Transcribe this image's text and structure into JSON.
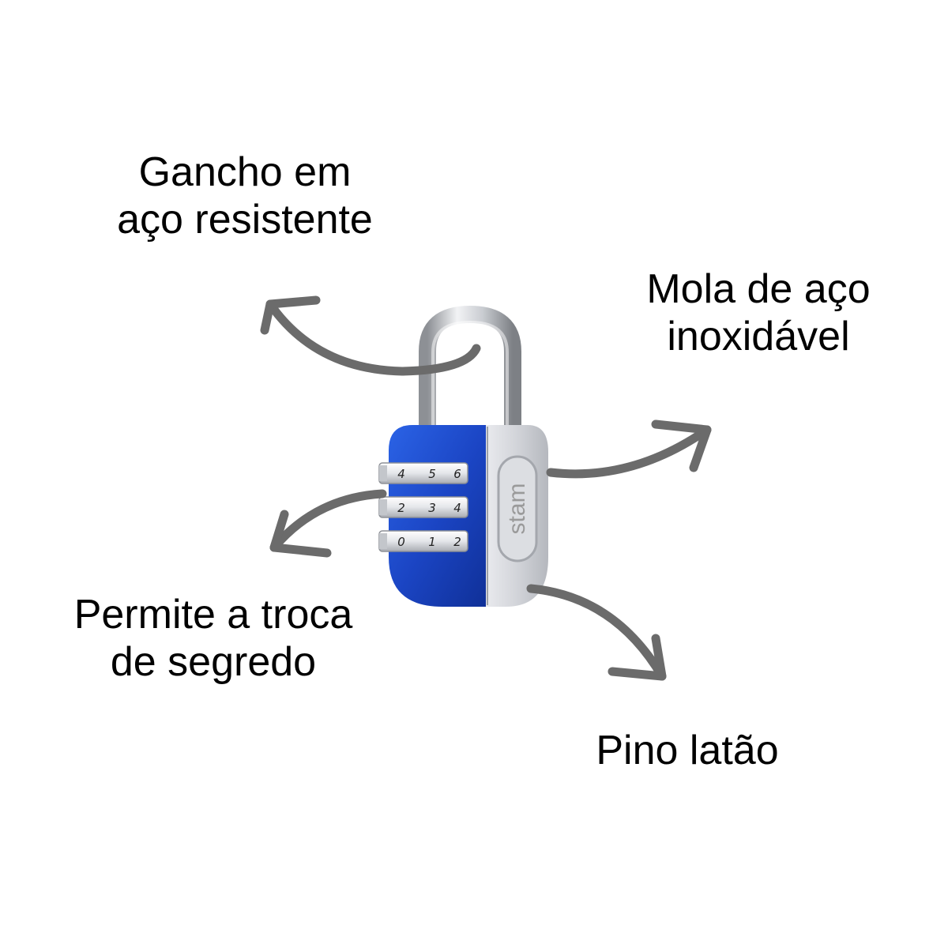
{
  "labels": {
    "shackle": {
      "line1": "Gancho em",
      "line2": "aço resistente"
    },
    "spring": {
      "line1": "Mola de aço",
      "line2": "inoxidável"
    },
    "code_change": {
      "line1": "Permite a troca",
      "line2": "de segredo"
    },
    "pin": {
      "line1": "Pino latão"
    }
  },
  "padlock": {
    "brand": "stam",
    "wheels": [
      [
        "4",
        "5",
        "6"
      ],
      [
        "2",
        "3",
        "4"
      ],
      [
        "0",
        "1",
        "2"
      ]
    ],
    "body_color": "#1f4fd1",
    "face_color": "#d6d8dc"
  },
  "colors": {
    "arrow": "#6b6b6b",
    "text": "#000000"
  }
}
